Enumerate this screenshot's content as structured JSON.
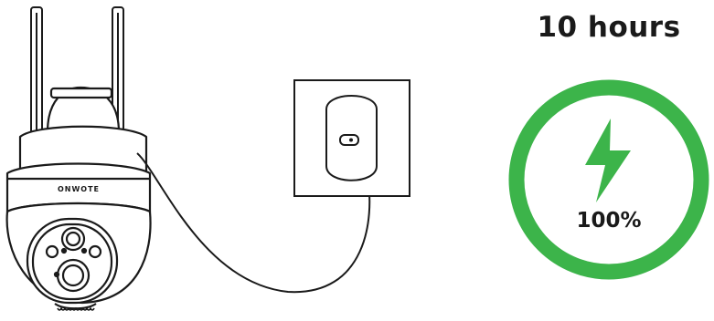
{
  "battery": {
    "runtime_label": "10 hours",
    "charge_percent_label": "100%",
    "charge_level": 1.0,
    "ring_color": "#3cb44a",
    "bolt_color": "#3cb44a"
  },
  "camera": {
    "brand_label": "ONWOTE"
  },
  "icons": {
    "bolt": "lightning-bolt-icon",
    "outlet": "wall-outlet-icon",
    "camera": "security-camera-icon"
  }
}
